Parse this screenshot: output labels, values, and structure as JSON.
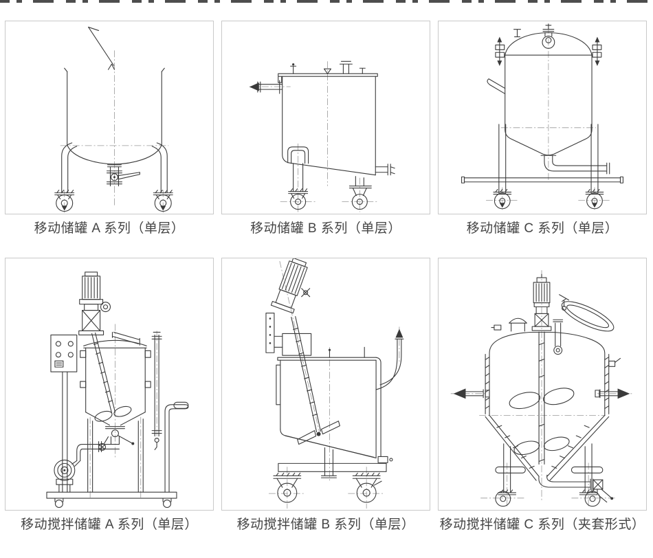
{
  "page": {
    "background": "#ffffff",
    "panel_border_color": "#c9c9c9",
    "caption_color": "#454545",
    "drawing_line_color": "#3a3a3a"
  },
  "panels": [
    {
      "caption": "移动储罐 A 系列（单层）"
    },
    {
      "caption": "移动储罐 B 系列（单层）"
    },
    {
      "caption": "移动储罐 C 系列（单层）"
    },
    {
      "caption": "移动搅拌储罐 A 系列（单层）"
    },
    {
      "caption": "移动搅拌储罐 B 系列（单层）"
    },
    {
      "caption": "移动搅拌储罐 C 系列（夹套形式）"
    }
  ]
}
